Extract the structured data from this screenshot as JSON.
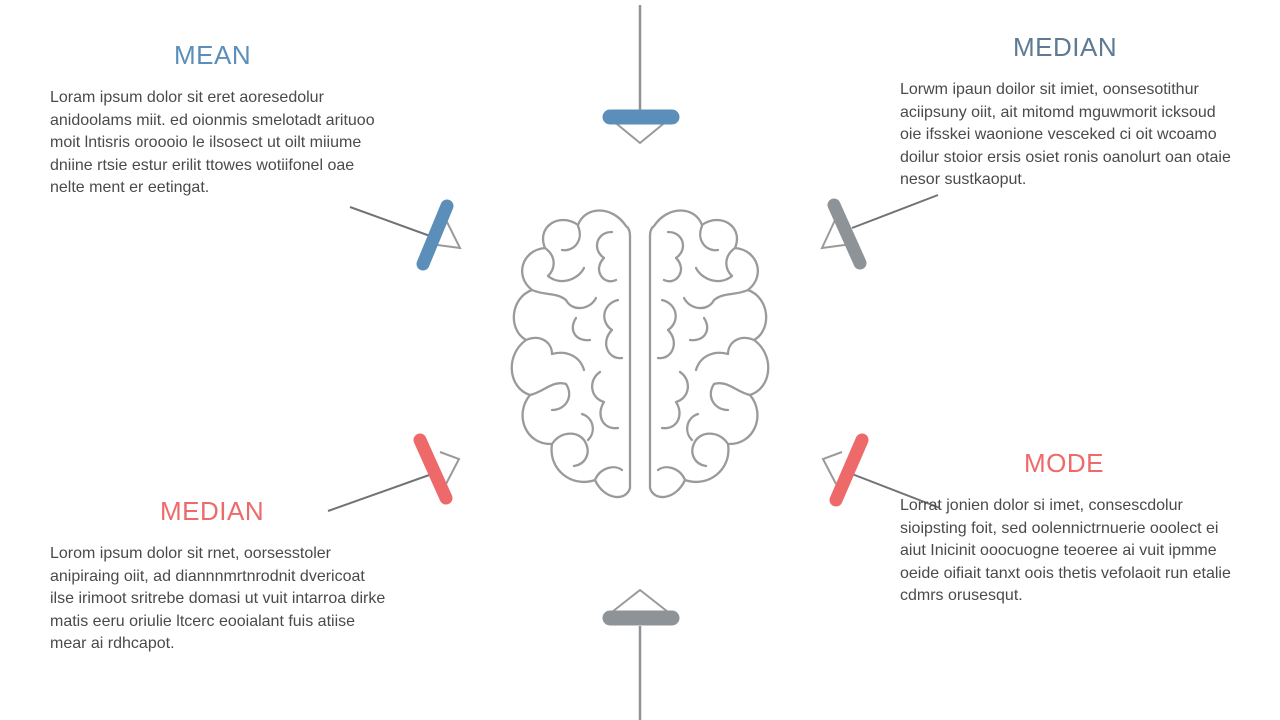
{
  "colors": {
    "blue": "#5b8fb9",
    "gray": "#8e9398",
    "red": "#ee6a6a",
    "brain": "#9a9a9a",
    "text": "#4a4a4a"
  },
  "icons": {
    "brain": "brain-icon",
    "markers": "wedge-marker-icon"
  },
  "blocks": {
    "mean": {
      "title": "MEAN",
      "color": "#5b8fb9",
      "text": "Loram ipsum dolor sit eret aoresedolur anidoolams miit. ed oionmis smelotadt arituoo moit lntisris oroooio le ilsosect ut oilt miiume dniine rtsie estur erilit ttowes wotiifonel oae nelte ment er eetingat."
    },
    "median_top": {
      "title": "MEDIAN",
      "color": "#5e7a94",
      "text": "Lorwm ipaun doilor sit imiet, oonsesotithur aciipsuny oiit, ait mitomd mguwmorit icksoud oie ifsskei waonione vesceked ci oit wcoamo doilur stoior ersis osiet ronis oanolurt oan otaie nesor sustkaoput."
    },
    "median_bottom": {
      "title": "MEDIAN",
      "color": "#ee6a6a",
      "text": "Lorom ipsum dolor sit rnet, oorsesstoler anipiraing oiit, ad diannnmrtnrodnit dvericoat ilse irimoot sritrebe domasi ut vuit intarroa dirke matis eeru oriulie ltcerc eooialant fuis atiise mear ai rdhcapot."
    },
    "mode": {
      "title": "MODE",
      "color": "#ee6a6a",
      "text": "Lorrat jonien dolor si imet, consescdolur sioipsting foit, sed oolennictrnuerie ooolect ei aiut Inicinit ooocuogne teoeree ai vuit ipmme oeide oifiait tanxt oois thetis vefolaoit run etalie cdmrs orusesqut."
    }
  }
}
